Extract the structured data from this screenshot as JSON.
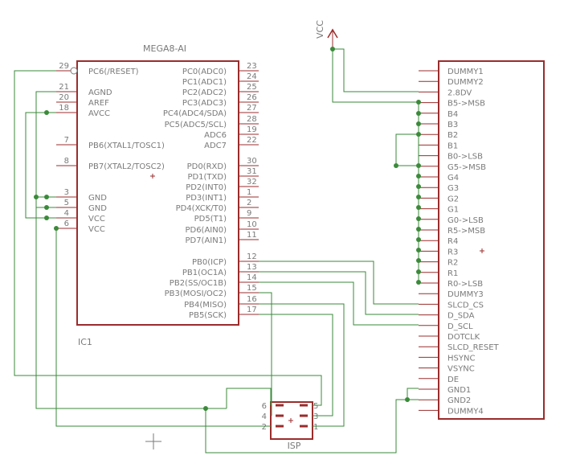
{
  "mcu": {
    "name": "MEGA8-AI",
    "ref": "IC1",
    "left_pins": [
      {
        "num": "29",
        "label": "PC6(/RESET)"
      },
      {
        "num": "21",
        "label": "AGND"
      },
      {
        "num": "20",
        "label": "AREF"
      },
      {
        "num": "18",
        "label": "AVCC"
      },
      {
        "num": "7",
        "label": "PB6(XTAL1/TOSC1)"
      },
      {
        "num": "8",
        "label": "PB7(XTAL2/TOSC2)"
      },
      {
        "num": "3",
        "label": "GND"
      },
      {
        "num": "5",
        "label": "GND"
      },
      {
        "num": "4",
        "label": "VCC"
      },
      {
        "num": "6",
        "label": "VCC"
      }
    ],
    "right_pins": [
      {
        "num": "23",
        "label": "PC0(ADC0)"
      },
      {
        "num": "24",
        "label": "PC1(ADC1)"
      },
      {
        "num": "25",
        "label": "PC2(ADC2)"
      },
      {
        "num": "26",
        "label": "PC3(ADC3)"
      },
      {
        "num": "27",
        "label": "PC4(ADC4/SDA)"
      },
      {
        "num": "28",
        "label": "PC5(ADC5/SCL)"
      },
      {
        "num": "19",
        "label": "ADC6"
      },
      {
        "num": "22",
        "label": "ADC7"
      },
      {
        "num": "30",
        "label": "PD0(RXD)"
      },
      {
        "num": "31",
        "label": "PD1(TXD)"
      },
      {
        "num": "32",
        "label": "PD2(INT0)"
      },
      {
        "num": "1",
        "label": "PD3(INT1)"
      },
      {
        "num": "2",
        "label": "PD4(XCK/T0)"
      },
      {
        "num": "9",
        "label": "PD5(T1)"
      },
      {
        "num": "10",
        "label": "PD6(AIN0)"
      },
      {
        "num": "11",
        "label": "PD7(AIN1)"
      },
      {
        "num": "12",
        "label": "PB0(ICP)"
      },
      {
        "num": "13",
        "label": "PB1(OC1A)"
      },
      {
        "num": "14",
        "label": "PB2(SS/OC1B)"
      },
      {
        "num": "15",
        "label": "PB3(MOSI/OC2)"
      },
      {
        "num": "16",
        "label": "PB4(MISO)"
      },
      {
        "num": "17",
        "label": "PB5(SCK)"
      }
    ]
  },
  "lcd": {
    "pins": [
      "DUMMY1",
      "DUMMY2",
      "2.8DV",
      "B5->MSB",
      "B4",
      "B3",
      "B2",
      "B1",
      "B0->LSB",
      "G5->MSB",
      "G4",
      "G3",
      "G2",
      "G1",
      "G0->LSB",
      "R5->MSB",
      "R4",
      "R3",
      "R2",
      "R1",
      "R0->LSB",
      "DUMMY3",
      "SLCD_CS",
      "D_SDA",
      "D_SCL",
      "DOTCLK",
      "SLCD_RESET",
      "HSYNC",
      "VSYNC",
      "DE",
      "GND1",
      "GND2",
      "DUMMY4"
    ]
  },
  "isp": {
    "name": "ISP",
    "left_pins": [
      "6",
      "4",
      "2"
    ],
    "right_pins": [
      "5",
      "3",
      "1"
    ]
  },
  "supply": {
    "label": "VCC"
  }
}
